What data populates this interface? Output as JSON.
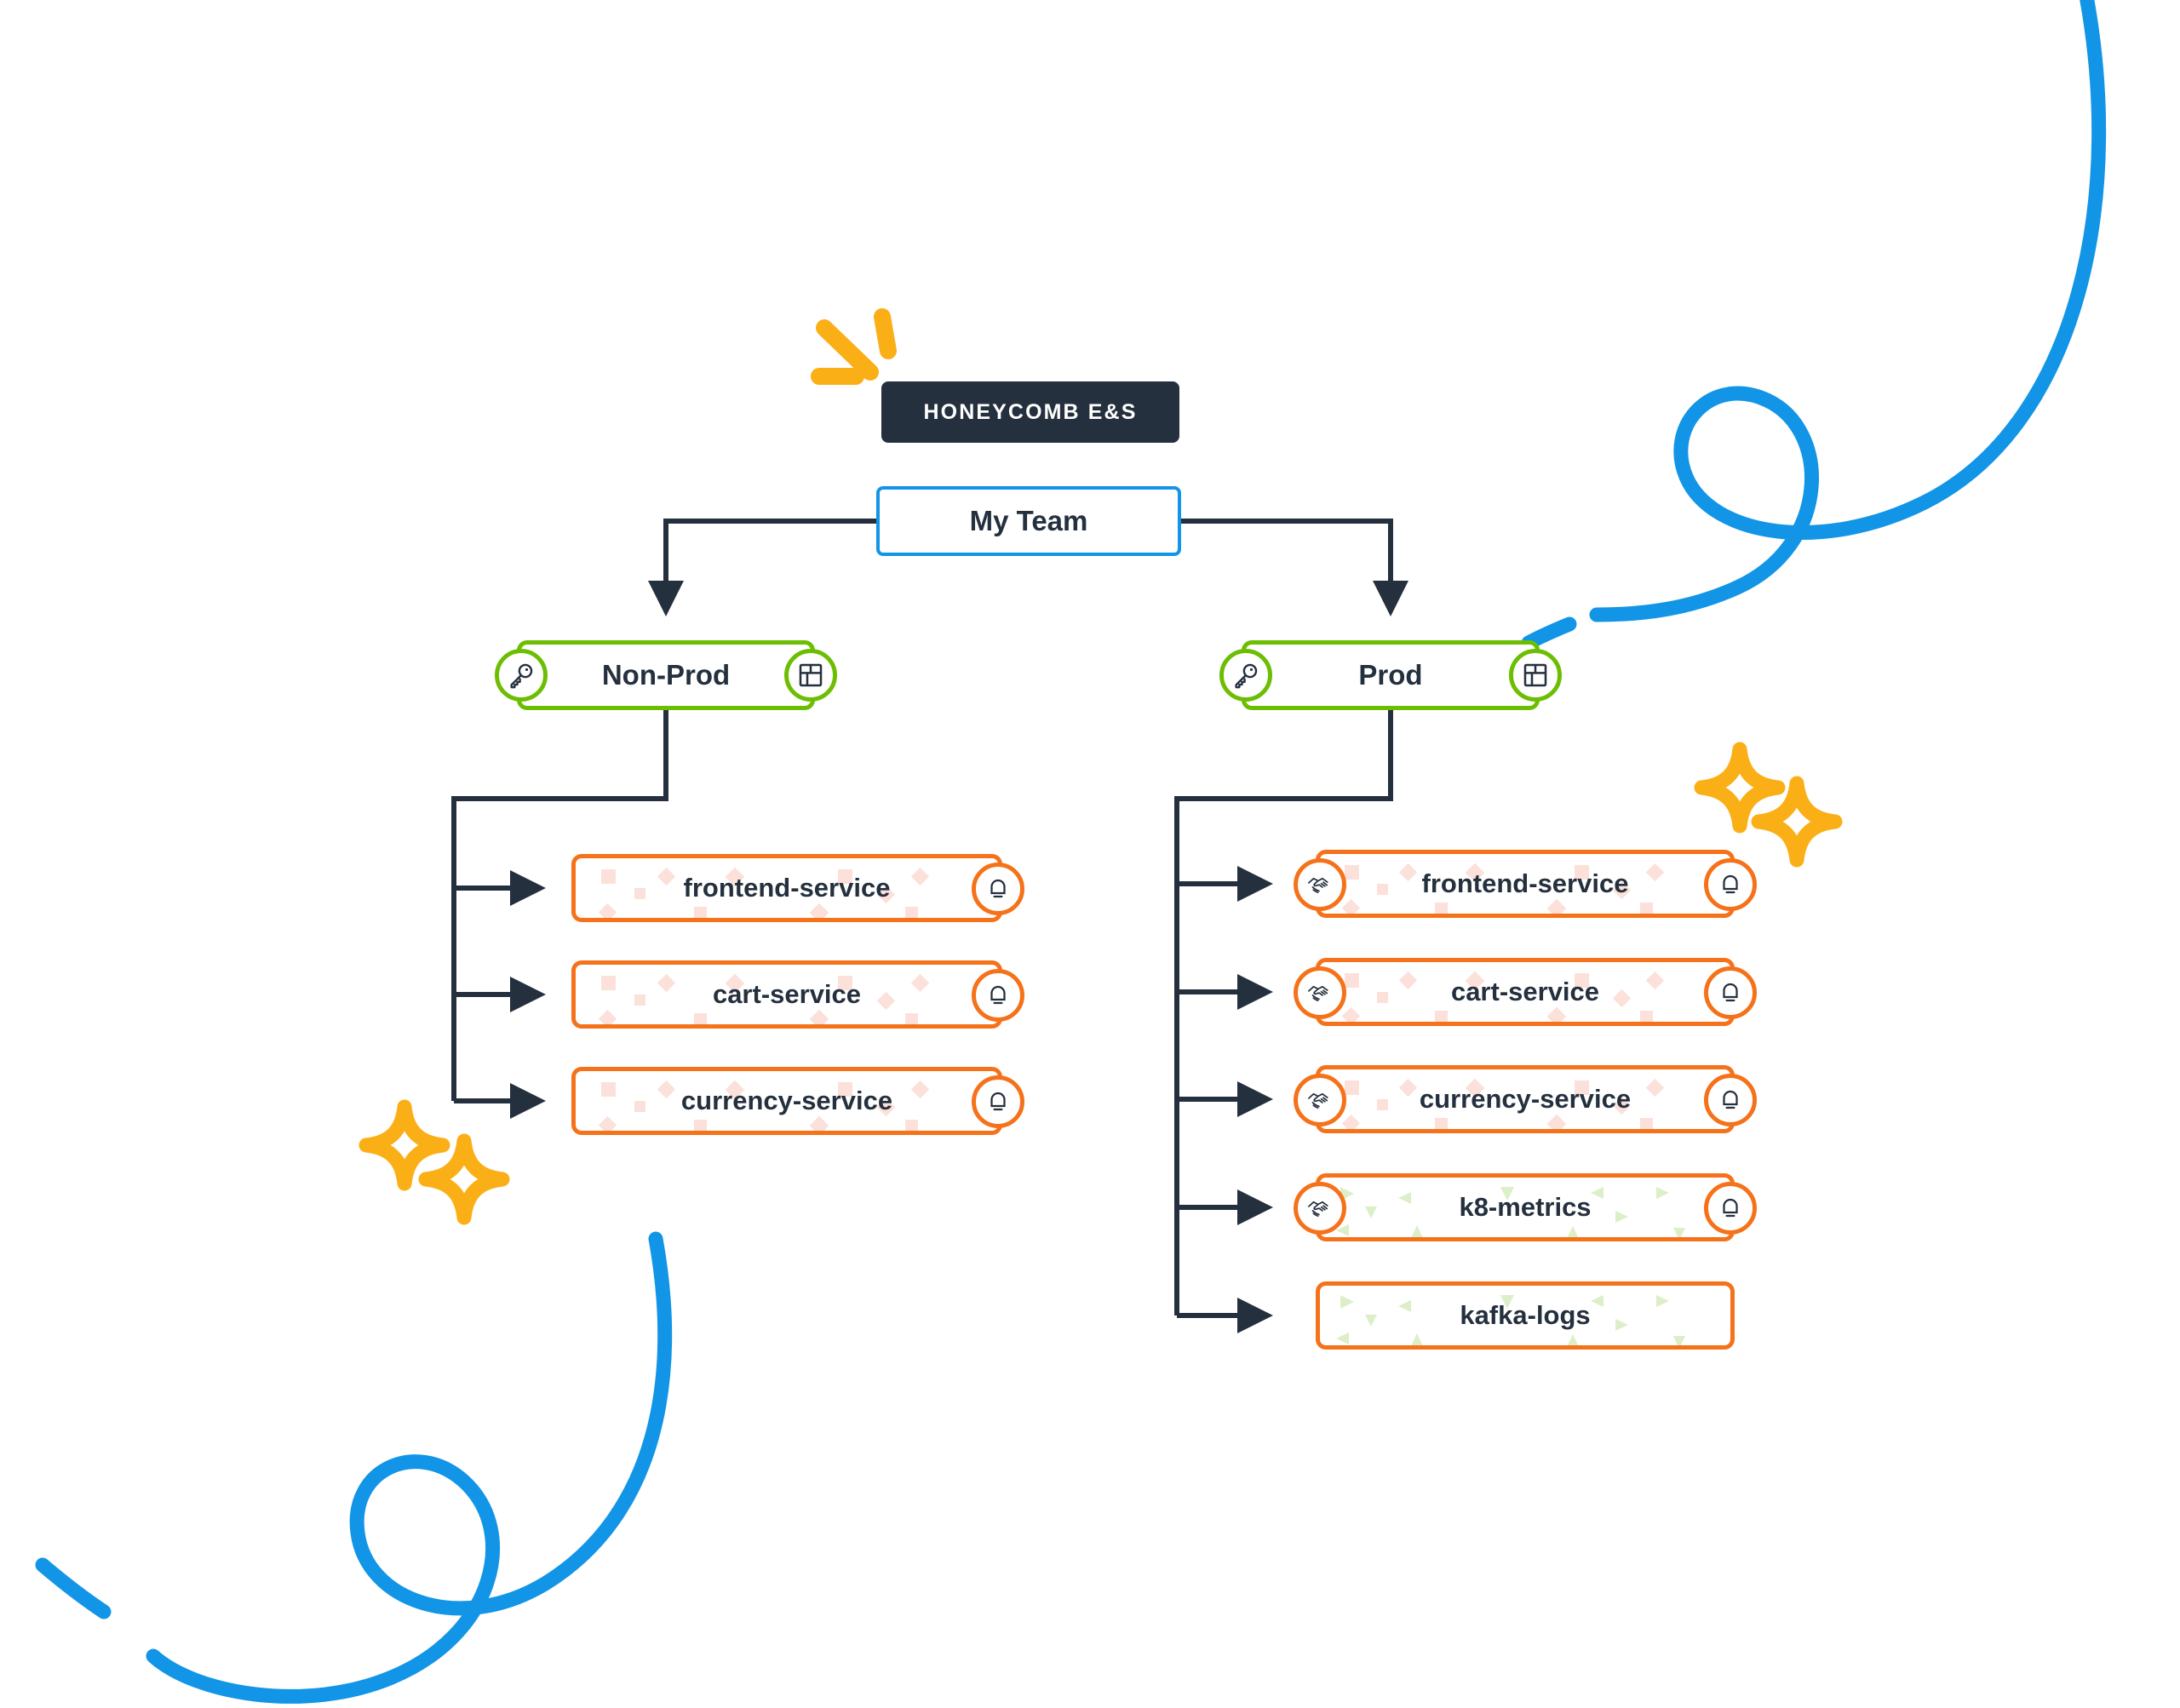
{
  "badge": {
    "label": "HONEYCOMB E&S"
  },
  "colors": {
    "brand_dark": "#25303E",
    "accent_blue": "#1295E6",
    "accent_green": "#6CBE02",
    "accent_orange": "#F5721A",
    "accent_yellow": "#FBAF17",
    "pattern_pink": "#FCE0DA",
    "pattern_green": "#DCEFC8"
  },
  "tree": {
    "root": {
      "label": "My Team",
      "border_color": "#1295E6"
    },
    "environments": [
      {
        "label": "Non-Prod",
        "border_color": "#6CBE02",
        "left_icon": "key-icon",
        "right_icon": "dashboard-grid-icon",
        "services": [
          {
            "label": "frontend-service",
            "left_icon": null,
            "right_icon": "bell-icon",
            "pattern": "pink-squares-diamonds"
          },
          {
            "label": "cart-service",
            "left_icon": null,
            "right_icon": "bell-icon",
            "pattern": "pink-squares-diamonds"
          },
          {
            "label": "currency-service",
            "left_icon": null,
            "right_icon": "bell-icon",
            "pattern": "pink-squares-diamonds"
          }
        ]
      },
      {
        "label": "Prod",
        "border_color": "#6CBE02",
        "left_icon": "key-icon",
        "right_icon": "dashboard-grid-icon",
        "services": [
          {
            "label": "frontend-service",
            "left_icon": "handshake-icon",
            "right_icon": "bell-icon",
            "pattern": "pink-squares-diamonds"
          },
          {
            "label": "cart-service",
            "left_icon": "handshake-icon",
            "right_icon": "bell-icon",
            "pattern": "pink-squares-diamonds"
          },
          {
            "label": "currency-service",
            "left_icon": "handshake-icon",
            "right_icon": "bell-icon",
            "pattern": "pink-squares-diamonds"
          },
          {
            "label": "k8-metrics",
            "left_icon": "handshake-icon",
            "right_icon": "bell-icon",
            "pattern": "green-triangles"
          },
          {
            "label": "kafka-logs",
            "left_icon": null,
            "right_icon": null,
            "pattern": "green-triangles"
          }
        ]
      }
    ]
  },
  "decorations": {
    "sparkle_groups": [
      {
        "name": "sparkle-pair-left",
        "color": "#FBAF17"
      },
      {
        "name": "sparkle-pair-right",
        "color": "#FBAF17"
      }
    ],
    "burst": {
      "name": "burst-lines",
      "color": "#FBAF17",
      "stroke_count": 3
    },
    "swooshes": [
      {
        "name": "swoosh-top-right",
        "color": "#1295E6"
      },
      {
        "name": "swoosh-bottom-left",
        "color": "#1295E6"
      }
    ]
  }
}
